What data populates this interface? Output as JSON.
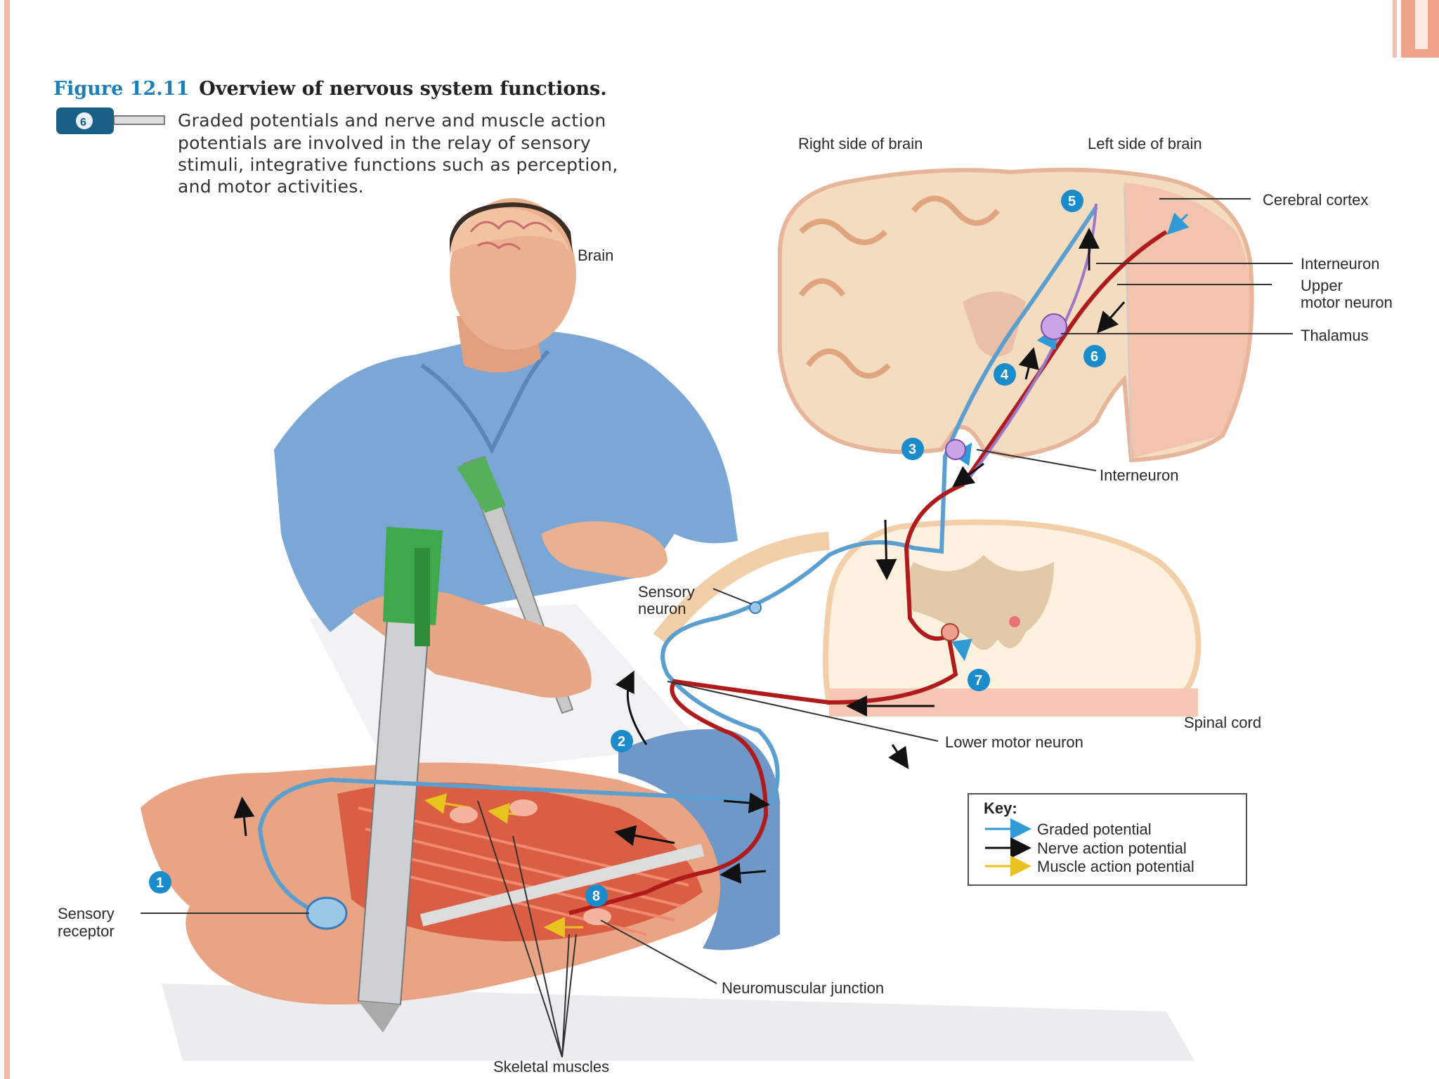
{
  "figure": {
    "number": "Figure 12.11",
    "title": "Overview of nervous system functions.",
    "caption_lines": [
      "Graded potentials and nerve and muscle action",
      "potentials are involved in the relay of sensory",
      "stimuli, integrative functions such as perception,",
      "and motor activities."
    ]
  },
  "labels": {
    "right_side": "Right side of brain",
    "left_side": "Left side of brain",
    "cerebral_cortex": "Cerebral cortex",
    "interneuron_top": "Interneuron",
    "upper_motor_1": "Upper",
    "upper_motor_2": "motor neuron",
    "thalamus": "Thalamus",
    "interneuron_mid": "Interneuron",
    "brain": "Brain",
    "sensory_neuron_1": "Sensory",
    "sensory_neuron_2": "neuron",
    "spinal_cord": "Spinal cord",
    "lower_motor": "Lower motor neuron",
    "sensory_receptor_1": "Sensory",
    "sensory_receptor_2": "receptor",
    "nmj": "Neuromuscular junction",
    "skeletal": "Skeletal muscles"
  },
  "steps": [
    "1",
    "2",
    "3",
    "4",
    "5",
    "6",
    "7",
    "8"
  ],
  "key": {
    "title": "Key:",
    "items": [
      {
        "label": "Graded potential",
        "color": "#2f9ad6"
      },
      {
        "label": "Nerve action potential",
        "color": "#111111"
      },
      {
        "label": "Muscle action potential",
        "color": "#e8c21e"
      }
    ]
  },
  "colors": {
    "step_badge": "#1a8ccc",
    "sensory_path": "#5b9fd0",
    "motor_path": "#b01a1a",
    "brain_tissue": "#f3dcc0",
    "brain_cortex": "#f1b3a0",
    "skin": "#e9a583",
    "shirt": "#7aa7d6"
  }
}
